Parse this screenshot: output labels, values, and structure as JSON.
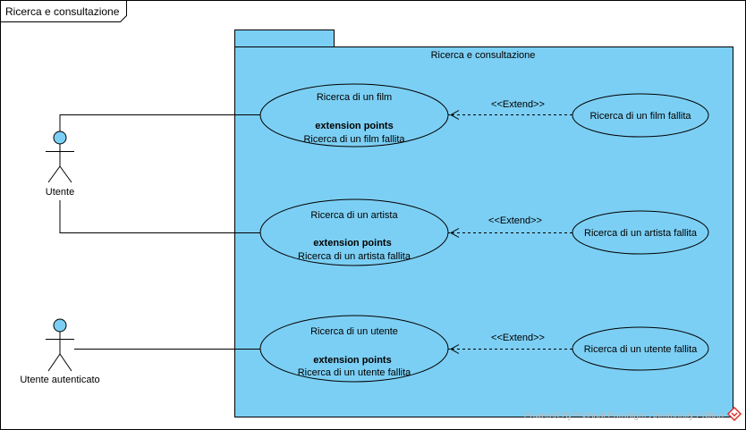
{
  "frame": {
    "title": "Ricerca e consultazione"
  },
  "package": {
    "title": "Ricerca e consultazione",
    "fill": "#7ccff4"
  },
  "actors": {
    "utente": {
      "label": "Utente"
    },
    "autenticato": {
      "label": "Utente autenticato"
    }
  },
  "use_cases": {
    "film": {
      "name": "Ricerca di un film",
      "ext_heading": "extension points",
      "ext_point": "Ricerca di un film fallita"
    },
    "artista": {
      "name": "Ricerca di un artista",
      "ext_heading": "extension points",
      "ext_point": "Ricerca di un artista fallita"
    },
    "utente": {
      "name": "Ricerca di un utente",
      "ext_heading": "extension points",
      "ext_point": "Ricerca di un utente fallita"
    }
  },
  "extensions": {
    "film": {
      "label": "Ricerca di un film fallita",
      "stereotype": "<<Extend>>"
    },
    "artista": {
      "label": "Ricerca di un artista fallita",
      "stereotype": "<<Extend>>"
    },
    "utente": {
      "label": "Ricerca di un utente fallita",
      "stereotype": "<<Extend>>"
    }
  },
  "watermark": {
    "text": "Powered By™Visual Paradigm Community Edition",
    "icon": "visual-paradigm-logo-icon",
    "icon_color": "#e03030"
  }
}
